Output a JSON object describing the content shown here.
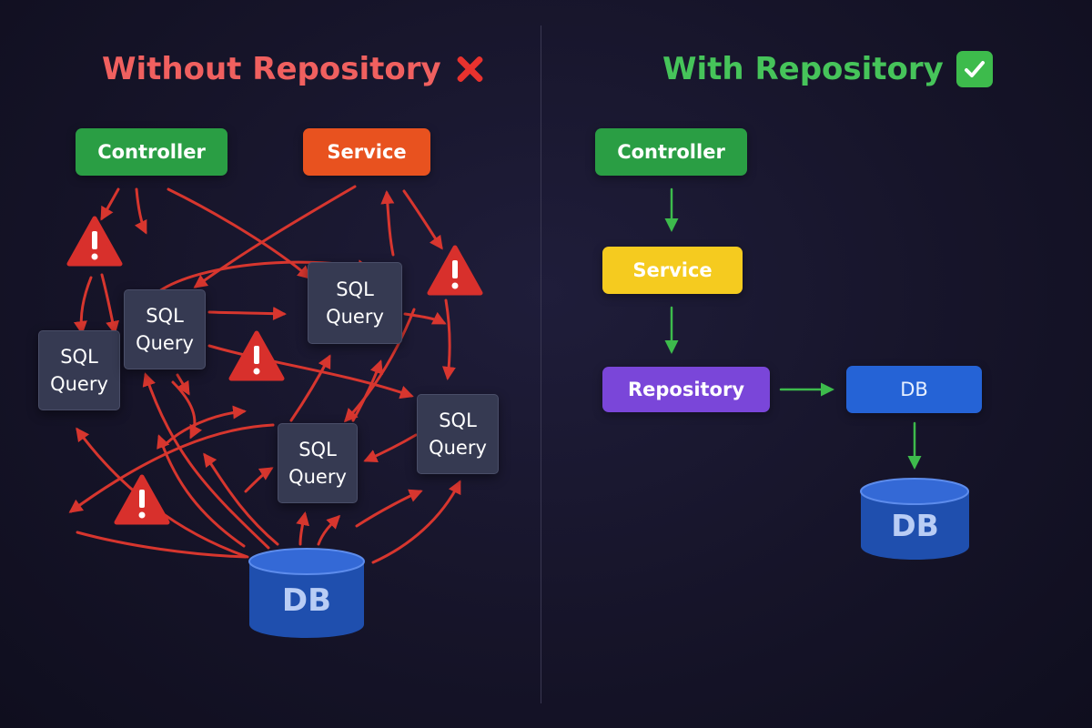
{
  "left": {
    "title": "Without Repository",
    "controller": "Controller",
    "service": "Service",
    "sql_boxes": [
      {
        "line1": "SQL",
        "line2": "Query"
      },
      {
        "line1": "SQL",
        "line2": "Query"
      },
      {
        "line1": "SQL",
        "line2": "Query"
      },
      {
        "line1": "SQL",
        "line2": "Query"
      },
      {
        "line1": "SQL",
        "line2": "Query"
      }
    ],
    "db": "DB"
  },
  "right": {
    "title": "With Repository",
    "controller": "Controller",
    "service": "Service",
    "repository": "Repository",
    "db_box": "DB",
    "db_cylinder": "DB"
  },
  "colors": {
    "bad": "#f0605f",
    "good": "#46c45a",
    "arrow_bad": "#e8392f",
    "arrow_good": "#3dbb4c"
  }
}
